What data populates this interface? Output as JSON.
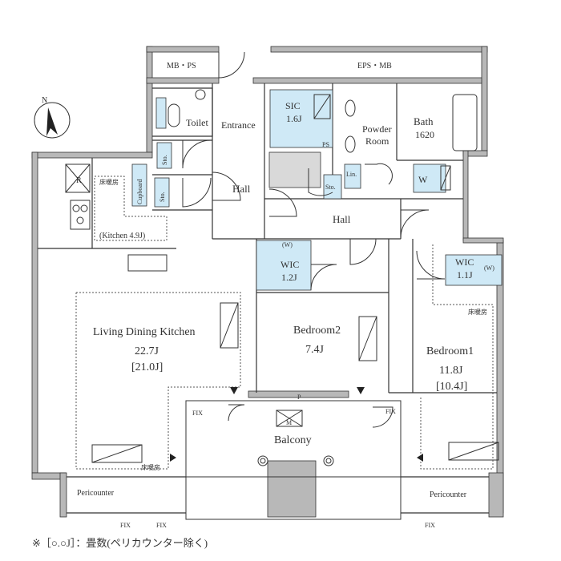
{
  "labels": {
    "mb_ps": "MB・PS",
    "eps_mb": "EPS・MB",
    "toilet": "Toilet",
    "entrance": "Entrance",
    "sic": "SIC",
    "sic_size": "1.6J",
    "ps": "PS",
    "powder_room_1": "Powder",
    "powder_room_2": "Room",
    "bath": "Bath",
    "bath_size": "1620",
    "sto_1": "Sto.",
    "sto_2": "Sto.",
    "sto_3": "Sto.",
    "lin": "Lin.",
    "w_laundry": "W",
    "cupboard": "Cupboard",
    "refrigerator": "R",
    "floor_heating_1": "床暖房",
    "floor_heating_2": "床暖房",
    "floor_heating_3": "床暖房",
    "kitchen": "(Kitchen 4.9J)",
    "hall_1": "Hall",
    "hall_2": "Hall",
    "wic_left": "WIC",
    "wic_left_size": "1.2J",
    "wic_left_w": "(W)",
    "wic_right": "WIC",
    "wic_right_size": "1.1J",
    "wic_right_w": "(W)",
    "ldk": "Living Dining Kitchen",
    "ldk_size": "22.7J",
    "ldk_size_alt": "[21.0J]",
    "bedroom2": "Bedroom2",
    "bedroom2_size": "7.4J",
    "bedroom1": "Bedroom1",
    "bedroom1_size": "11.8J",
    "bedroom1_size_alt": "[10.4J]",
    "balcony": "Balcony",
    "p_mark": "P",
    "m_mark": "M",
    "fix": "FIX",
    "pericounter_left": "Pericounter",
    "pericounter_right": "Pericounter",
    "north": "N"
  },
  "footnote": "※［○.○J］：畳数(ペリカウンター除く)",
  "colors": {
    "wall": "#b8b8b8",
    "line": "#333333",
    "storage_fill": "#cfe9f6",
    "gray_fill": "#d9d9d9"
  }
}
